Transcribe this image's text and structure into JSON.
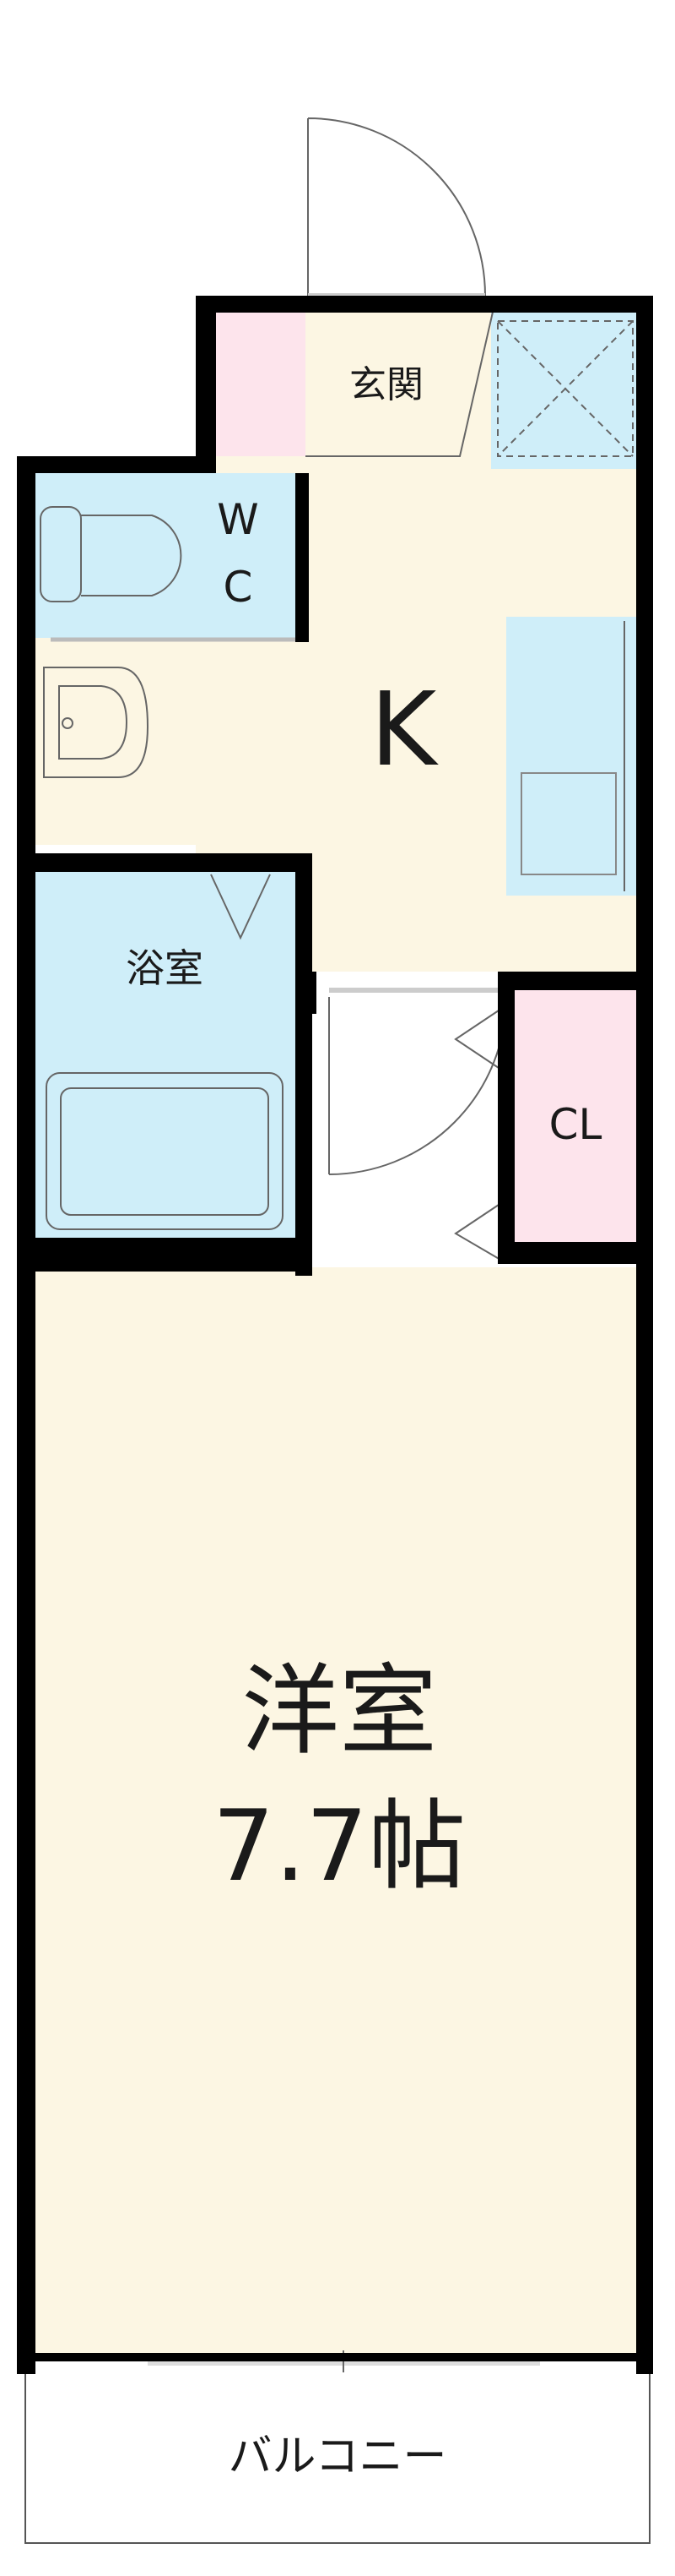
{
  "rooms": {
    "genkan": "玄関",
    "wc_w": "W",
    "wc_c": "C",
    "kitchen": "K",
    "bath": "浴室",
    "closet": "CL",
    "western_room": "洋室",
    "western_size": "7.7帖",
    "balcony": "バルコニー"
  },
  "colors": {
    "wall": "#000000",
    "floor": "#fcf6e3",
    "water": "#cfeef9",
    "storage": "#fde4ec",
    "fixture_stroke": "#666666"
  }
}
